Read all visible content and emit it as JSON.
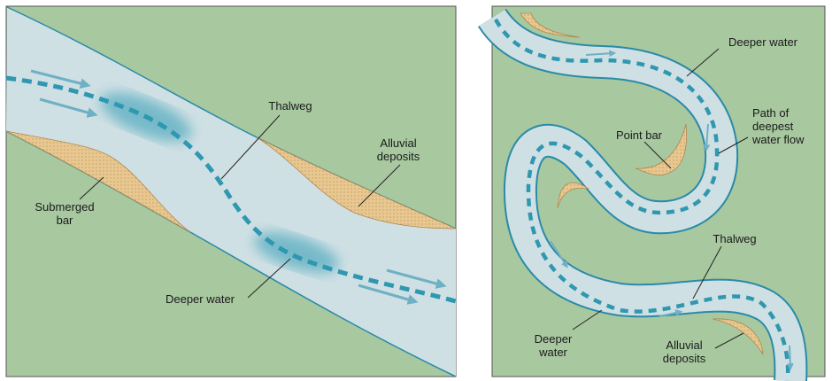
{
  "colors": {
    "land": "#a8c8a0",
    "water": "#cfe0e4",
    "bank": "#2a8aa8",
    "thalweg": "#2f98b0",
    "deposit": "#e8c890"
  },
  "left_panel": {
    "labels": {
      "thalweg": "Thalweg",
      "alluvial_1": "Alluvial",
      "alluvial_2": "deposits",
      "submerged_1": "Submerged",
      "submerged_2": "bar",
      "deeper": "Deeper water"
    }
  },
  "right_panel": {
    "labels": {
      "deeper_top": "Deeper water",
      "path_1": "Path of",
      "path_2": "deepest",
      "path_3": "water flow",
      "point_bar": "Point bar",
      "thalweg": "Thalweg",
      "deeper_1": "Deeper",
      "deeper_2": "water",
      "alluvial_1": "Alluvial",
      "alluvial_2": "deposits"
    }
  }
}
